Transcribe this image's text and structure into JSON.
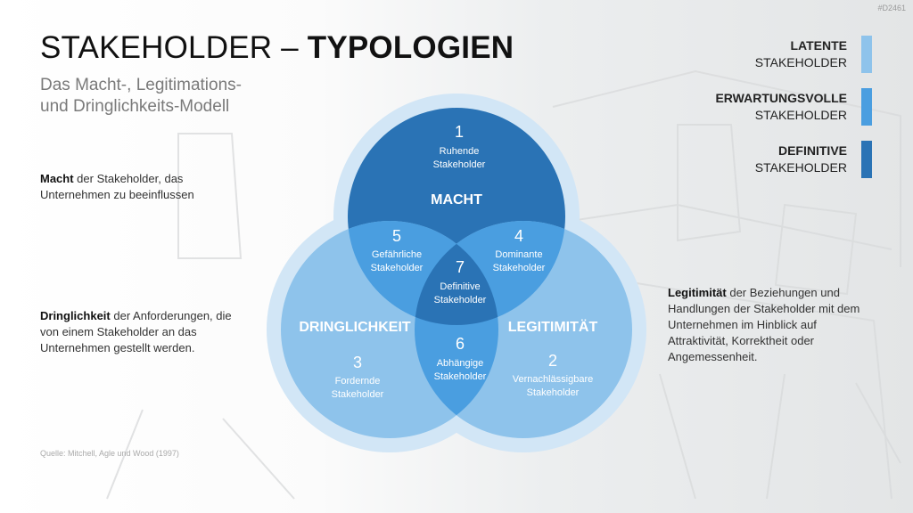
{
  "doc_code": "#D2461",
  "title": {
    "regular": "STAKEHOLDER – ",
    "bold": "TYPOLOGIEN"
  },
  "subtitle": {
    "line1": "Das Macht-, Legitimations-",
    "line2": "und Dringlichkeits-Modell"
  },
  "descriptions": {
    "macht": {
      "bold": "Macht",
      "text": " der Stakeholder, das Unternehmen zu beeinflussen"
    },
    "dringlichkeit": {
      "bold": "Dringlichkeit",
      "text": " der Anforderungen, die von einem Stakeholder an das Unternehmen gestellt werden."
    },
    "legitimitaet": {
      "bold": "Legitimität",
      "text": " der Beziehungen und Handlungen der Stakeholder mit dem Unternehmen im Hinblick auf Attraktivität, Korrektheit oder Angemessenheit."
    }
  },
  "source": "Quelle: Mitchell, Agle und Wood (1997)",
  "legend": [
    {
      "strong": "LATENTE",
      "normal": "STAKEHOLDER",
      "color": "#8ec3eb"
    },
    {
      "strong": "ERWARTUNGSVOLLE",
      "normal": "STAKEHOLDER",
      "color": "#4a9ee0"
    },
    {
      "strong": "DEFINITIVE",
      "normal": "STAKEHOLDER",
      "color": "#2a73b5"
    }
  ],
  "venn": {
    "circles": {
      "macht": "MACHT",
      "dringlichkeit": "DRINGLICHKEIT",
      "legitimitaet": "LEGITIMITÄT"
    },
    "regions": {
      "r1": {
        "num": "1",
        "line1": "Ruhende",
        "line2": "Stakeholder"
      },
      "r2": {
        "num": "2",
        "line1": "Vernachlässigbare",
        "line2": "Stakeholder"
      },
      "r3": {
        "num": "3",
        "line1": "Fordernde",
        "line2": "Stakeholder"
      },
      "r4": {
        "num": "4",
        "line1": "Dominante",
        "line2": "Stakeholder"
      },
      "r5": {
        "num": "5",
        "line1": "Gefährliche",
        "line2": "Stakeholder"
      },
      "r6": {
        "num": "6",
        "line1": "Abhängige",
        "line2": "Stakeholder"
      },
      "r7": {
        "num": "7",
        "line1": "Definitive",
        "line2": "Stakeholder"
      }
    },
    "colors": {
      "halo": "#d2e6f6",
      "latent": "#8ec3eb",
      "expectant": "#4a9ee0",
      "definitive": "#2a73b5"
    }
  }
}
